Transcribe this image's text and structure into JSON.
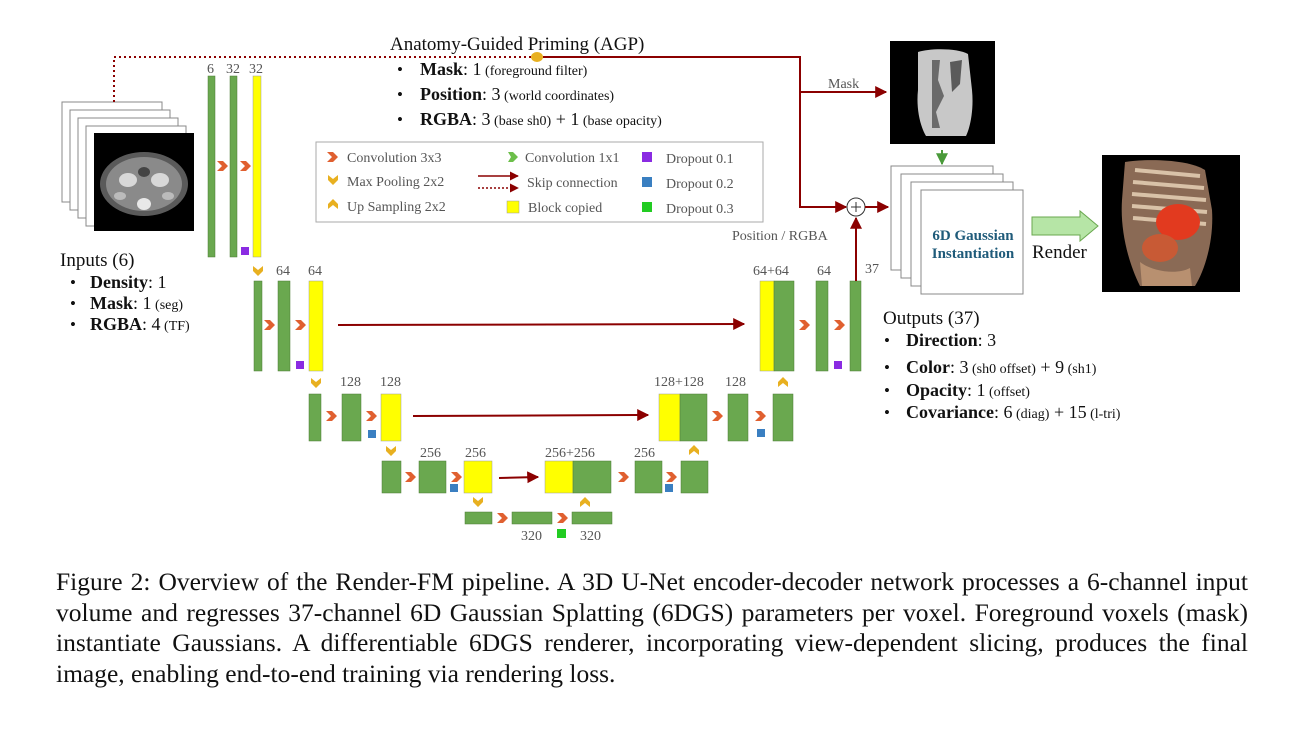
{
  "agp": {
    "title": "Anatomy-Guided Priming (AGP)",
    "items": [
      {
        "name": "Mask",
        "sep": ": ",
        "value": "1",
        "note": " (foreground filter)"
      },
      {
        "name": "Position",
        "sep": ": ",
        "value": "3",
        "note": " (world coordinates)"
      },
      {
        "name": "RGBA",
        "sep": ": ",
        "value": "3",
        "note": " (base sh0)",
        "plus": " + 1",
        "note2": " (base opacity)"
      }
    ]
  },
  "inputs": {
    "title": "Inputs (6)",
    "items": [
      {
        "name": "Density",
        "sep": ": ",
        "value": "1",
        "note": ""
      },
      {
        "name": "Mask",
        "sep": ": ",
        "value": "1",
        "note": " (seg)"
      },
      {
        "name": "RGBA",
        "sep": ": ",
        "value": "4",
        "note": " (TF)"
      }
    ]
  },
  "outputs": {
    "title": "Outputs (37)",
    "items": [
      {
        "name": "Direction",
        "sep": ": ",
        "value": "3",
        "note": ""
      },
      {
        "name": "Color",
        "sep": ": ",
        "value": "3",
        "note": " (sh0 offset)",
        "plus": " + 9",
        "note2": " (sh1)"
      },
      {
        "name": "Opacity",
        "sep": ": ",
        "value": "1",
        "note": " (offset)"
      },
      {
        "name": "Covariance",
        "sep": ": ",
        "value": "6",
        "note": " (diag)",
        "plus": " + 15",
        "note2": " (l-tri)"
      }
    ]
  },
  "legend": {
    "conv3": "Convolution 3x3",
    "conv1": "Convolution 1x1",
    "maxpool": "Max Pooling 2x2",
    "skip": "Skip connection",
    "upsample": "Up Sampling 2x2",
    "copied": "Block copied",
    "d1": "Dropout 0.1",
    "d2": "Dropout 0.2",
    "d3": "Dropout 0.3"
  },
  "channels": {
    "c6": "6",
    "c32a": "32",
    "c32b": "32",
    "c64a": "64",
    "c64b": "64",
    "c128a": "128",
    "c128b": "128",
    "c256a": "256",
    "c256b": "256",
    "c320a": "320",
    "c320b": "320",
    "d256": "256+256",
    "d256b": "256",
    "d128": "128+128",
    "d128b": "128",
    "d64": "64+64",
    "d64b": "64",
    "c37": "37"
  },
  "labels": {
    "mask": "Mask",
    "posrgba": "Position / RGBA",
    "gauss": [
      "6D Gaussian",
      "Instantiation"
    ],
    "render": "Render"
  },
  "caption": "Figure 2: Overview of the Render-FM pipeline. A 3D U-Net encoder-decoder network processes a 6-channel input volume and regresses 37-channel 6D Gaussian Splatting (6DGS) parameters per voxel. Foreground voxels (mask) instantiate Gaussians. A differentiable 6DGS renderer, incorporating view-dependent slicing, produces the final image, enabling end-to-end training via rendering loss.",
  "colors": {
    "block_green": "#6aa84f",
    "block_yellow": "#ffff00",
    "arrow_dark_red": "#8b0000",
    "conv_orange": "#e06030",
    "pool_gold": "#e8b020",
    "dropout_purple": "#8a2be2",
    "dropout_blue": "#3a7fc1",
    "dropout_green": "#22cc22",
    "gauss_text": "#1f5b7a"
  }
}
